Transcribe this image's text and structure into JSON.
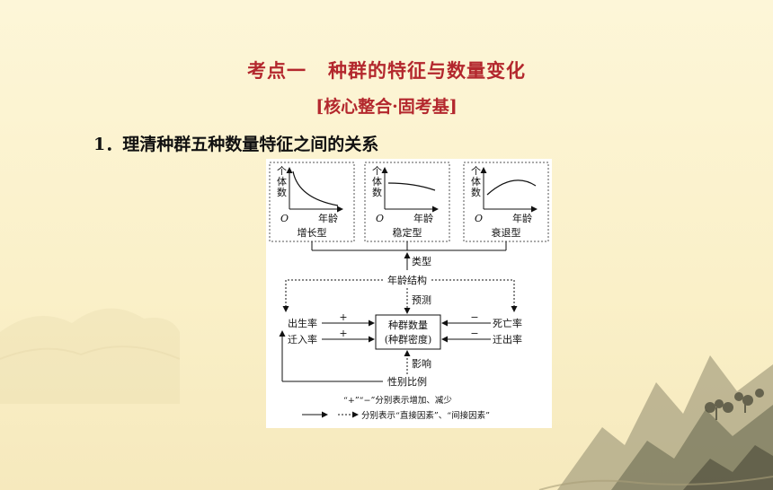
{
  "title": {
    "part1": "考点一",
    "part2": "种群的特征与数量变化"
  },
  "subtitle": "[核心整合·固考基]",
  "heading": "1．理清种群五种数量特征之间的关系",
  "figure": {
    "graphs": [
      {
        "ylabel_1": "个",
        "ylabel_2": "体",
        "ylabel_3": "数",
        "origin": "O",
        "xlabel": "年龄",
        "caption": "增长型"
      },
      {
        "ylabel_1": "个",
        "ylabel_2": "体",
        "ylabel_3": "数",
        "origin": "O",
        "xlabel": "年龄",
        "caption": "稳定型"
      },
      {
        "ylabel_1": "个",
        "ylabel_2": "体",
        "ylabel_3": "数",
        "origin": "O",
        "xlabel": "年龄",
        "caption": "衰退型"
      }
    ],
    "type_label": "类型",
    "age_structure": "年龄结构",
    "predict_label": "预测",
    "center_line1": "种群数量",
    "center_line2": "(种群密度)",
    "birth_rate": "出生率",
    "immigration_rate": "迁入率",
    "death_rate": "死亡率",
    "emigration_rate": "迁出率",
    "plus": "+",
    "minus": "−",
    "influence_label": "影响",
    "sex_ratio": "性别比例",
    "legend_line1": "“+”“−”分别表示增加、减少",
    "legend_line2": "分别表示“直接因素”、“间接因素”"
  }
}
